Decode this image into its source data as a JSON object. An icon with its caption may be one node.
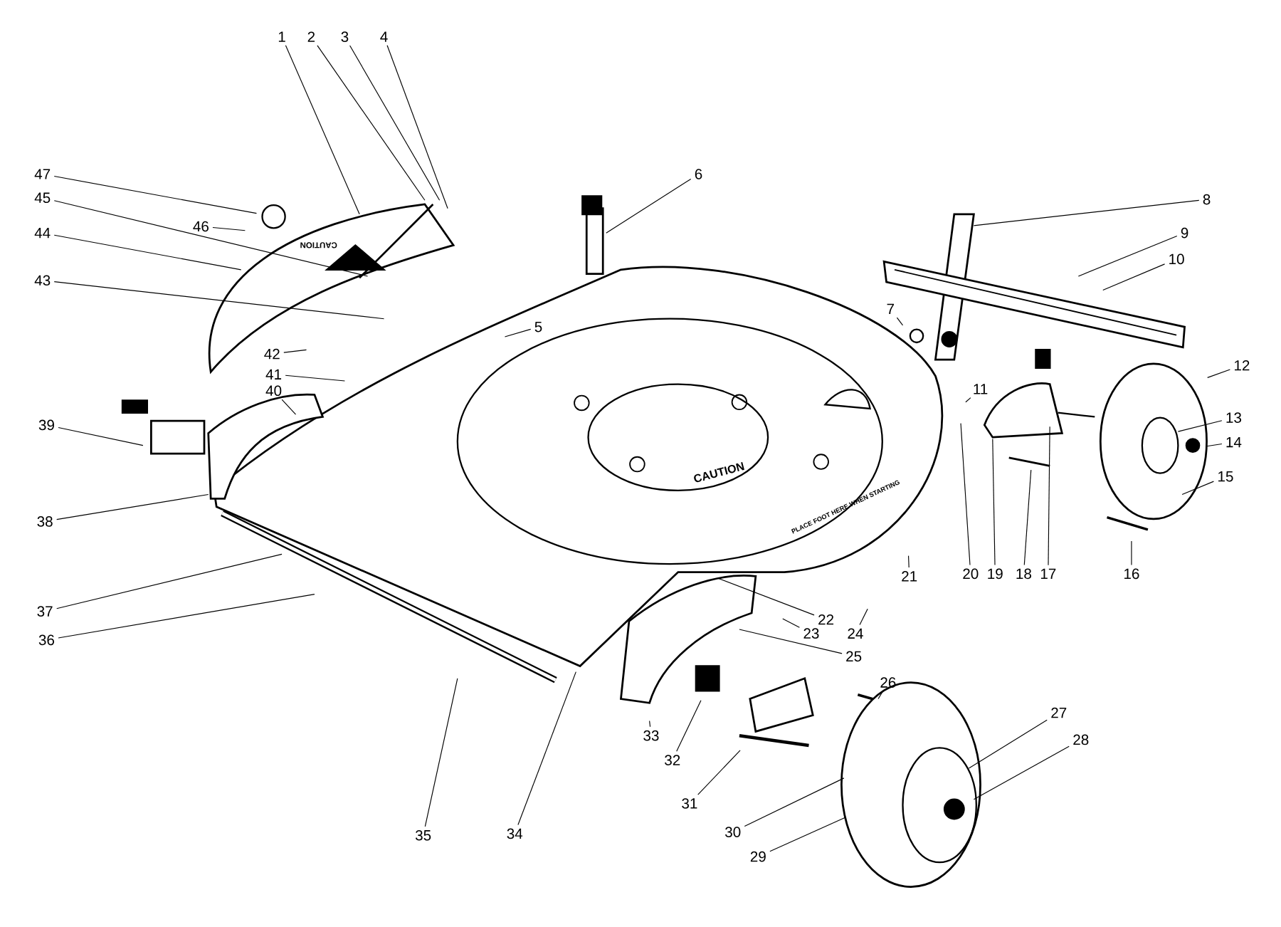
{
  "diagram": {
    "nodes": [
      {
        "text": [
          "1"
        ]
      },
      {
        "text": [
          "2"
        ]
      },
      {
        "text": [
          "3"
        ]
      },
      {
        "text": [
          "4"
        ]
      },
      {
        "text": [
          "5"
        ]
      },
      {
        "text": [
          "6"
        ]
      },
      {
        "text": [
          "7"
        ]
      },
      {
        "text": [
          "8"
        ]
      },
      {
        "text": [
          "9"
        ]
      },
      {
        "text": [
          "10"
        ]
      },
      {
        "text": [
          "11"
        ]
      },
      {
        "text": [
          "12"
        ]
      },
      {
        "text": [
          "13"
        ]
      },
      {
        "text": [
          "14"
        ]
      },
      {
        "text": [
          "15"
        ]
      },
      {
        "text": [
          "16"
        ]
      },
      {
        "text": [
          "17"
        ]
      },
      {
        "text": [
          "18"
        ]
      },
      {
        "text": [
          "19"
        ]
      },
      {
        "text": [
          "20"
        ]
      },
      {
        "text": [
          "21"
        ]
      },
      {
        "text": [
          "22"
        ]
      },
      {
        "text": [
          "23"
        ]
      },
      {
        "text": [
          "24"
        ]
      },
      {
        "text": [
          "25"
        ]
      },
      {
        "text": [
          "26"
        ]
      },
      {
        "text": [
          "27"
        ]
      },
      {
        "text": [
          "28"
        ]
      },
      {
        "text": [
          "29"
        ]
      },
      {
        "text": [
          "30"
        ]
      },
      {
        "text": [
          "31"
        ]
      },
      {
        "text": [
          "32"
        ]
      },
      {
        "text": [
          "33"
        ]
      },
      {
        "text": [
          "34"
        ]
      },
      {
        "text": [
          "35"
        ]
      },
      {
        "text": [
          "36"
        ]
      },
      {
        "text": [
          "37"
        ]
      },
      {
        "text": [
          "38"
        ]
      },
      {
        "text": [
          "39"
        ]
      },
      {
        "text": [
          "40"
        ]
      },
      {
        "text": [
          "41"
        ]
      },
      {
        "text": [
          "42"
        ]
      },
      {
        "text": [
          "43"
        ]
      },
      {
        "text": [
          "44"
        ]
      },
      {
        "text": [
          "45"
        ]
      },
      {
        "text": [
          "46"
        ]
      },
      {
        "text": [
          "47"
        ]
      }
    ],
    "edges": [
      {
        "from": 0,
        "to": null,
        "arrow": "none"
      },
      {
        "from": 1,
        "to": null,
        "arrow": "none"
      },
      {
        "from": 2,
        "to": null,
        "arrow": "none"
      },
      {
        "from": 3,
        "to": null,
        "arrow": "none"
      },
      {
        "from": 4,
        "to": null,
        "arrow": "none"
      },
      {
        "from": 5,
        "to": null,
        "arrow": "none"
      },
      {
        "from": 6,
        "to": null,
        "arrow": "none"
      },
      {
        "from": 7,
        "to": null,
        "arrow": "none"
      },
      {
        "from": 8,
        "to": null,
        "arrow": "none"
      },
      {
        "from": 9,
        "to": null,
        "arrow": "none"
      },
      {
        "from": 10,
        "to": null,
        "arrow": "none"
      },
      {
        "from": 11,
        "to": null,
        "arrow": "none"
      },
      {
        "from": 12,
        "to": null,
        "arrow": "none"
      },
      {
        "from": 13,
        "to": null,
        "arrow": "none"
      },
      {
        "from": 14,
        "to": null,
        "arrow": "none"
      },
      {
        "from": 15,
        "to": null,
        "arrow": "none"
      },
      {
        "from": 16,
        "to": null,
        "arrow": "none"
      },
      {
        "from": 17,
        "to": null,
        "arrow": "none"
      },
      {
        "from": 18,
        "to": null,
        "arrow": "none"
      },
      {
        "from": 19,
        "to": null,
        "arrow": "none"
      },
      {
        "from": 20,
        "to": null,
        "arrow": "none"
      },
      {
        "from": 21,
        "to": null,
        "arrow": "none"
      },
      {
        "from": 22,
        "to": null,
        "arrow": "none"
      },
      {
        "from": 23,
        "to": null,
        "arrow": "none"
      },
      {
        "from": 24,
        "to": null,
        "arrow": "none"
      },
      {
        "from": 25,
        "to": null,
        "arrow": "none"
      },
      {
        "from": 26,
        "to": null,
        "arrow": "none"
      },
      {
        "from": 27,
        "to": null,
        "arrow": "none"
      },
      {
        "from": 28,
        "to": null,
        "arrow": "none"
      },
      {
        "from": 29,
        "to": null,
        "arrow": "none"
      },
      {
        "from": 30,
        "to": null,
        "arrow": "none"
      },
      {
        "from": 31,
        "to": null,
        "arrow": "none"
      },
      {
        "from": 32,
        "to": null,
        "arrow": "none"
      },
      {
        "from": 33,
        "to": null,
        "arrow": "none"
      },
      {
        "from": 34,
        "to": null,
        "arrow": "none"
      },
      {
        "from": 35,
        "to": null,
        "arrow": "none"
      },
      {
        "from": 36,
        "to": null,
        "arrow": "none"
      },
      {
        "from": 37,
        "to": null,
        "arrow": "none"
      },
      {
        "from": 38,
        "to": null,
        "arrow": "none"
      },
      {
        "from": 39,
        "to": null,
        "arrow": "none"
      },
      {
        "from": 40,
        "to": null,
        "arrow": "none"
      },
      {
        "from": 41,
        "to": null,
        "arrow": "none"
      },
      {
        "from": 42,
        "to": null,
        "arrow": "none"
      },
      {
        "from": 43,
        "to": null,
        "arrow": "none"
      },
      {
        "from": 44,
        "to": null,
        "arrow": "none"
      },
      {
        "from": 45,
        "to": null,
        "arrow": "none"
      },
      {
        "from": 46,
        "to": null,
        "arrow": "none"
      }
    ],
    "labels": [
      "CAUTION",
      "CAUTION",
      "PLACE FOOT HERE WHEN STARTING"
    ]
  }
}
